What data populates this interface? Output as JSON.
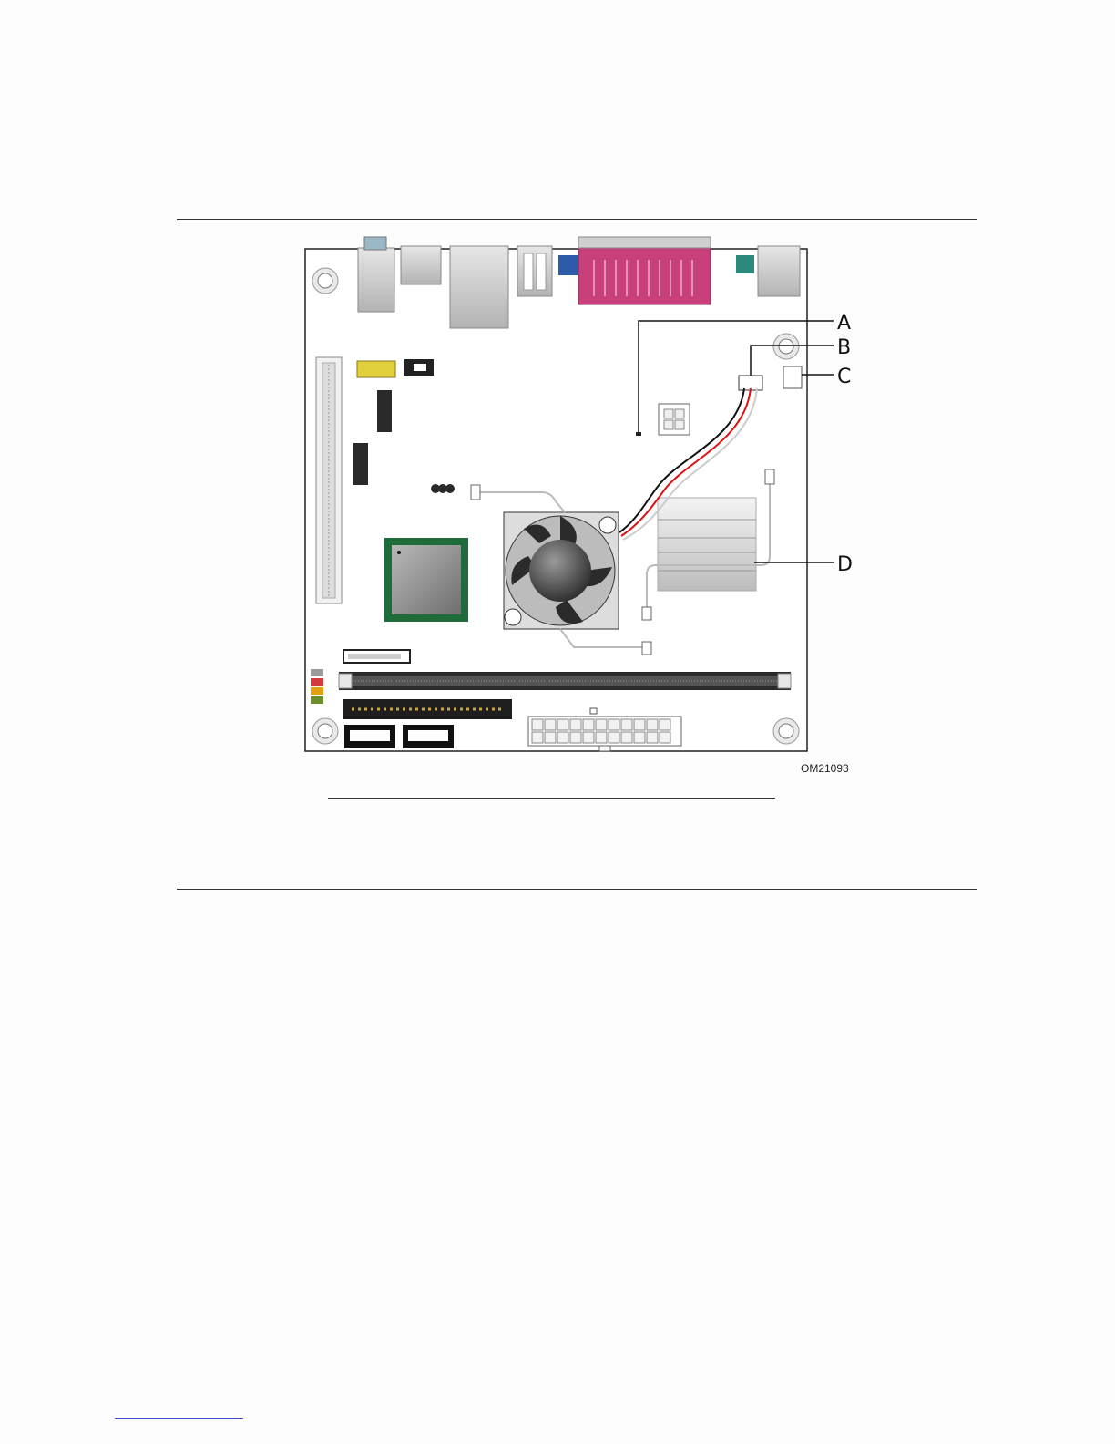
{
  "figure": {
    "figure_id": "OM21093",
    "callouts": [
      {
        "letter": "A"
      },
      {
        "letter": "B"
      },
      {
        "letter": "C"
      },
      {
        "letter": "D"
      }
    ]
  },
  "colors": {
    "board": "#ffffff",
    "parallel_port": "#c8407a",
    "vga_ps2": "#2a5aa8",
    "ps2_green": "#2b8a7c",
    "chipset_green": "#1f6b3a",
    "audio_jacks": [
      "#9a9a9a",
      "#d13b3b",
      "#e0a010",
      "#6a8f2a"
    ]
  }
}
